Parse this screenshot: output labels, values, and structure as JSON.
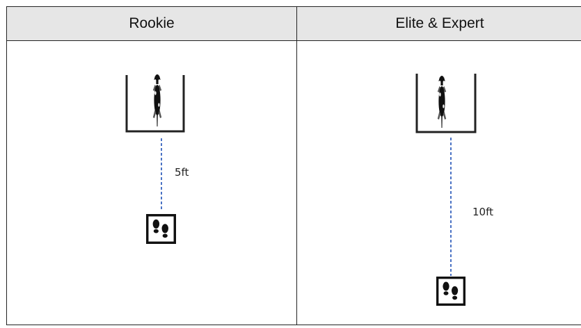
{
  "table": {
    "columns": [
      {
        "header": "Rookie",
        "distance_label": "5ft"
      },
      {
        "header": "Elite & Expert",
        "distance_label": "10ft"
      }
    ]
  },
  "colors": {
    "header_bg": "#e6e6e6",
    "border": "#222222",
    "dashed_line": "#4a72c4",
    "figure": "#111111"
  },
  "icons": {
    "dog": "dog-top-view-icon",
    "marker": "footprints-icon"
  }
}
